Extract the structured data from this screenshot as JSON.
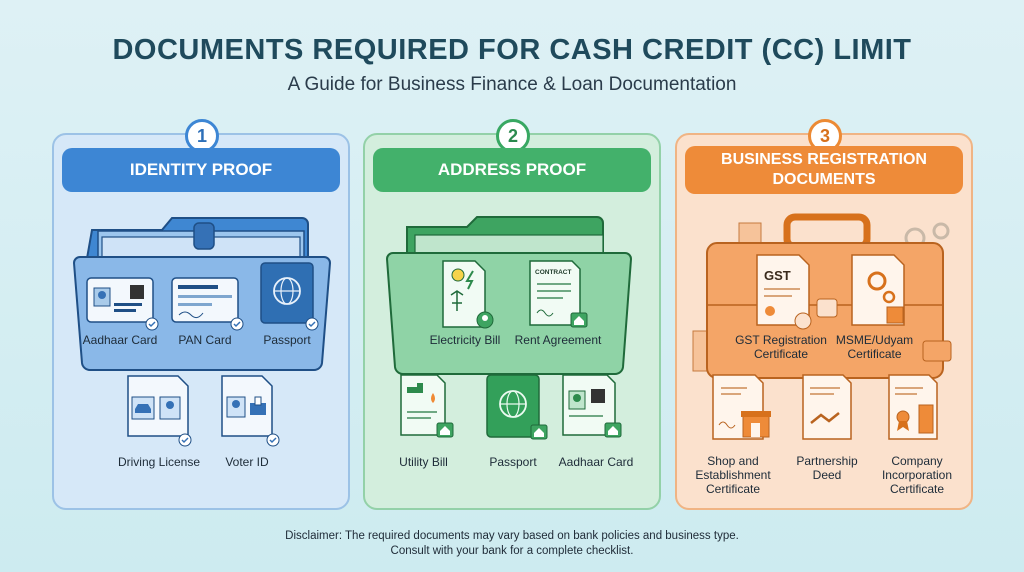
{
  "title": "DOCUMENTS REQUIRED FOR CASH CREDIT (CC) LIMIT",
  "subtitle": "A Guide for Business Finance & Loan Documentation",
  "panels": [
    {
      "number": "1",
      "heading": "IDENTITY PROOF",
      "color": "#3d86d4",
      "items": [
        "Aadhaar Card",
        "PAN Card",
        "Passport",
        "Driving License",
        "Voter ID"
      ]
    },
    {
      "number": "2",
      "heading": "ADDRESS PROOF",
      "color": "#43b16b",
      "items": [
        "Electricity Bill",
        "Rent Agreement",
        "Utility Bill",
        "Passport",
        "Aadhaar Card"
      ],
      "doc_tags": {
        "contract": "CONTRACT"
      }
    },
    {
      "number": "3",
      "heading_line1": "BUSINESS REGISTRATION",
      "heading_line2": "DOCUMENTS",
      "color": "#ee8b39",
      "items": [
        "GST Registration Certificate",
        "MSME/Udyam Certificate",
        "Shop and Establishment Certificate",
        "Partnership Deed",
        "Company Incorporation Certificate"
      ],
      "doc_tags": {
        "gst": "GST"
      }
    }
  ],
  "disclaimer": {
    "line1": "Disclaimer: The required documents may vary based on bank policies and business type.",
    "line2": "Consult with your bank for a complete checklist."
  },
  "icons": [
    "id-card-icon",
    "passport-icon",
    "car-icon",
    "ballot-icon",
    "bulb-icon",
    "contract-icon",
    "tap-icon",
    "gst-icon",
    "gear-icon",
    "shop-icon",
    "handshake-icon",
    "building-icon",
    "briefcase-icon"
  ]
}
